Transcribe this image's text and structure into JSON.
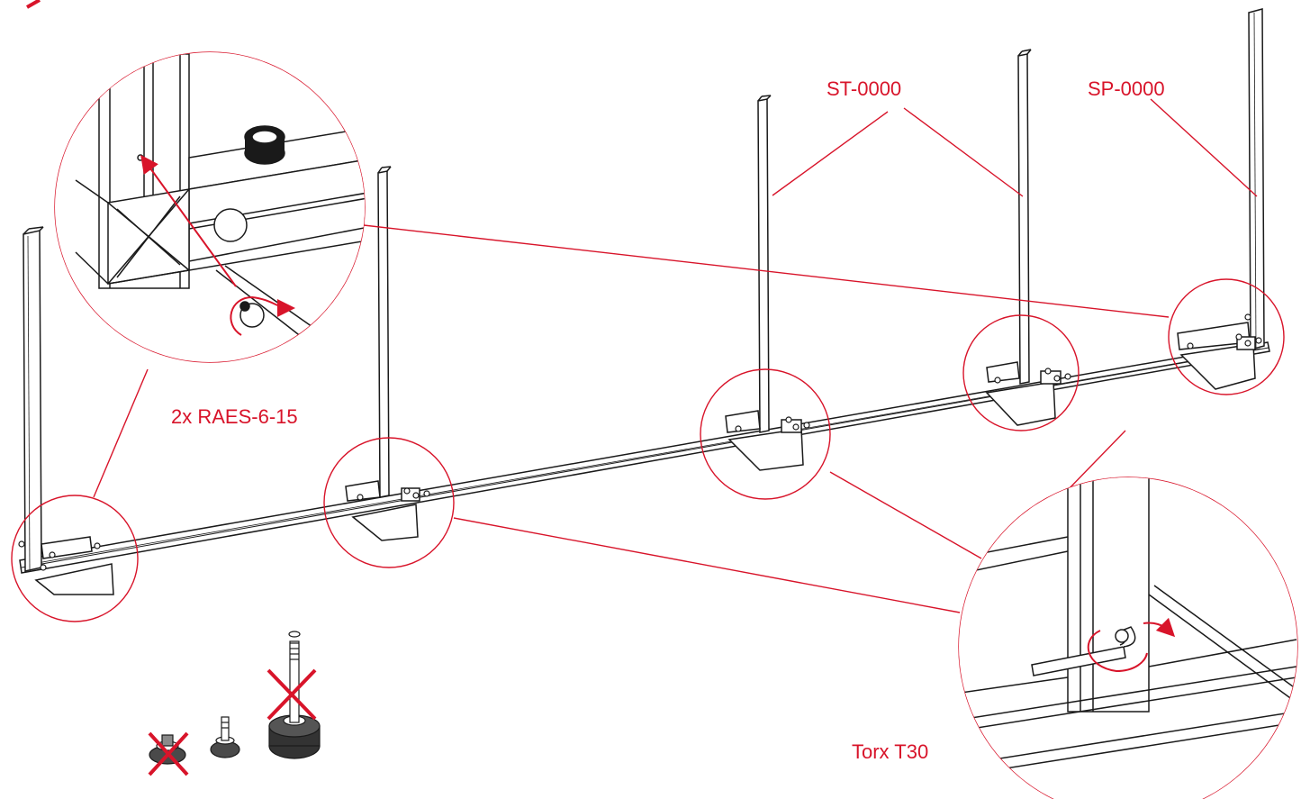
{
  "labels": {
    "stand_post": "ST-0000",
    "stand_post_end": "SP-0000",
    "foot_screw": "2x RAES-6-15",
    "tool": "Torx T30"
  },
  "colors": {
    "accent": "#d8142a",
    "line": "#1a1a1a",
    "background": "#ffffff"
  },
  "icons": {
    "leveling_feet": [
      "leveling-foot-low-icon",
      "leveling-foot-short-icon",
      "leveling-foot-tall-icon"
    ],
    "rejected_mark": "red-cross-icon",
    "tool": "torx-key-icon"
  }
}
